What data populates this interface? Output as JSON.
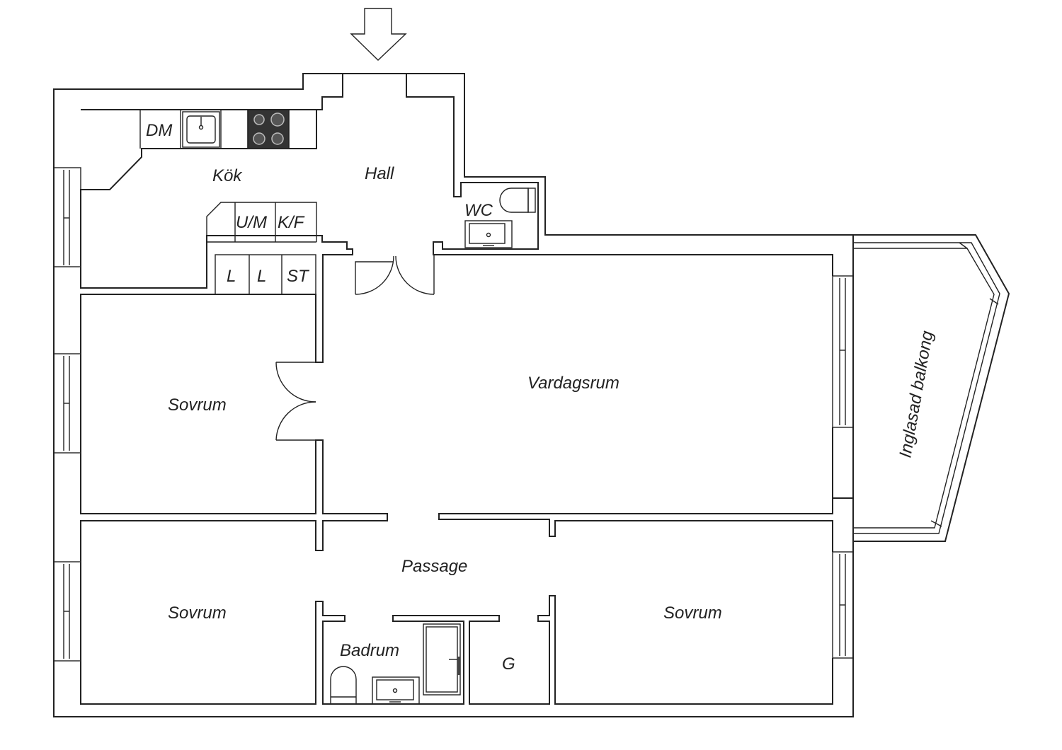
{
  "rooms": {
    "kitchen": "Kök",
    "hall": "Hall",
    "wc": "WC",
    "living_room": "Vardagsrum",
    "balcony": "Inglasad balkong",
    "bedroom_1": "Sovrum",
    "bedroom_2": "Sovrum",
    "bedroom_3": "Sovrum",
    "passage": "Passage",
    "bathroom": "Badrum",
    "g": "G"
  },
  "fixtures": {
    "dishwasher": "DM",
    "fridge_freezer_left": "U/M",
    "fridge_freezer_right": "K/F",
    "closet_1": "L",
    "closet_2": "L",
    "storage": "ST"
  },
  "icons": {
    "entrance": "entrance-arrow-icon",
    "stove": "stove-icon",
    "sink": "sink-icon",
    "toilet": "toilet-icon",
    "shower": "shower-icon"
  }
}
